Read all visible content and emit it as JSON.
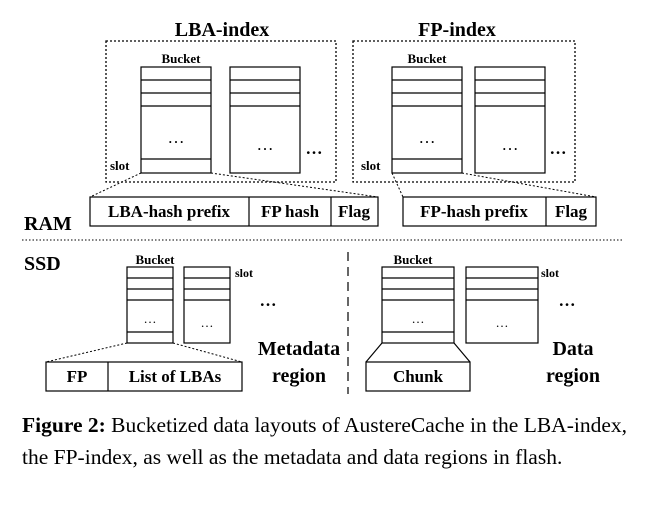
{
  "ram": {
    "label": "RAM",
    "lba_index": {
      "title": "LBA-index",
      "bucket_label": "Bucket",
      "slot_label": "slot",
      "ellipsis": "…",
      "more": "…",
      "fields": [
        "LBA-hash prefix",
        "FP hash",
        "Flag"
      ]
    },
    "fp_index": {
      "title": "FP-index",
      "bucket_label": "Bucket",
      "slot_label": "slot",
      "ellipsis": "…",
      "more": "…",
      "fields": [
        "FP-hash prefix",
        "Flag"
      ]
    }
  },
  "ssd": {
    "label": "SSD",
    "metadata": {
      "bucket_label": "Bucket",
      "slot_label": "slot",
      "ellipsis": "…",
      "more": "…",
      "fields": [
        "FP",
        "List of LBAs"
      ],
      "region_line1": "Metadata",
      "region_line2": "region"
    },
    "data": {
      "bucket_label": "Bucket",
      "slot_label": "slot",
      "ellipsis": "…",
      "more": "…",
      "fields": [
        "Chunk"
      ],
      "region_line1": "Data",
      "region_line2": "region"
    }
  },
  "caption": {
    "label": "Figure 2:",
    "text": "Bucketized data layouts of AustereCache in the LBA-index, the FP-index, as well as the metadata and data regions in flash."
  }
}
